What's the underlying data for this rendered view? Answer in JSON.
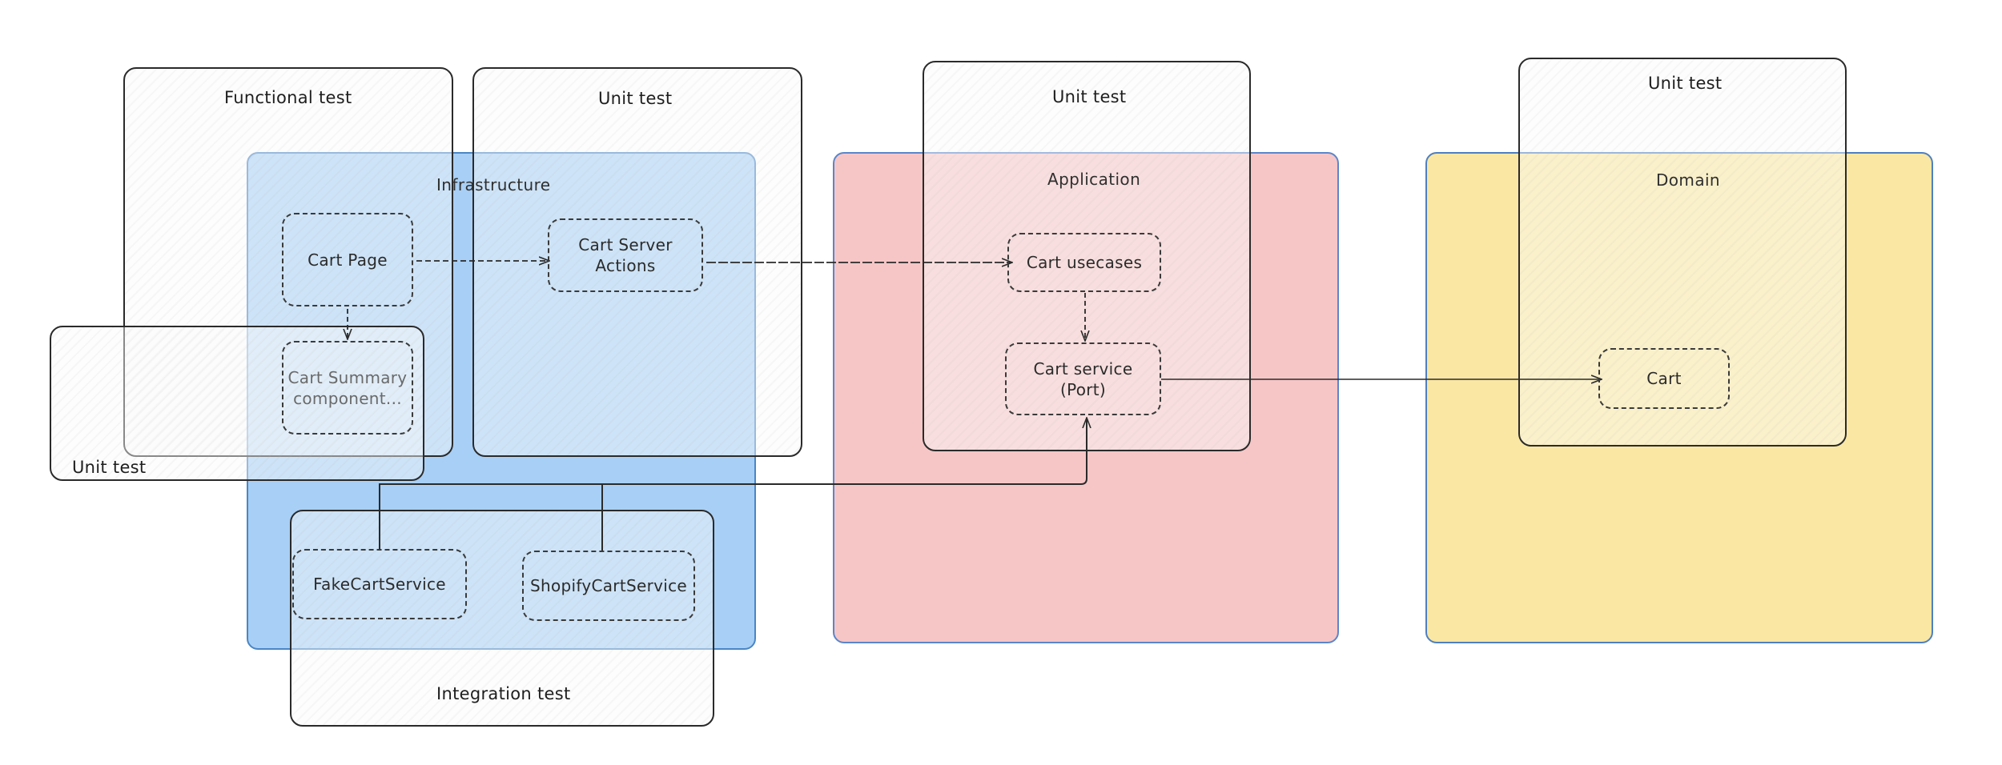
{
  "layers": {
    "infrastructure": "Infrastructure",
    "application": "Application",
    "domain": "Domain"
  },
  "test_boxes": {
    "functional_test": "Functional test",
    "unit_test_server_actions": "Unit test",
    "unit_test_application": "Unit test",
    "unit_test_domain": "Unit test",
    "unit_test_component": "Unit test",
    "integration_test": "Integration test"
  },
  "nodes": {
    "cart_page": "Cart Page",
    "cart_server_actions_line1": "Cart Server",
    "cart_server_actions_line2": "Actions",
    "cart_summary_line1": "Cart Summary",
    "cart_summary_line2": "component...",
    "cart_usecases": "Cart usecases",
    "cart_service_line1": "Cart service",
    "cart_service_line2": "(Port)",
    "cart": "Cart",
    "fake_cart_service": "FakeCartService",
    "shopify_cart_service": "ShopifyCartService"
  },
  "colors": {
    "infrastructure": "#a8cff5",
    "application": "#f6c6c7",
    "domain": "#f9e7a3",
    "stroke": "#2a2a2a"
  }
}
